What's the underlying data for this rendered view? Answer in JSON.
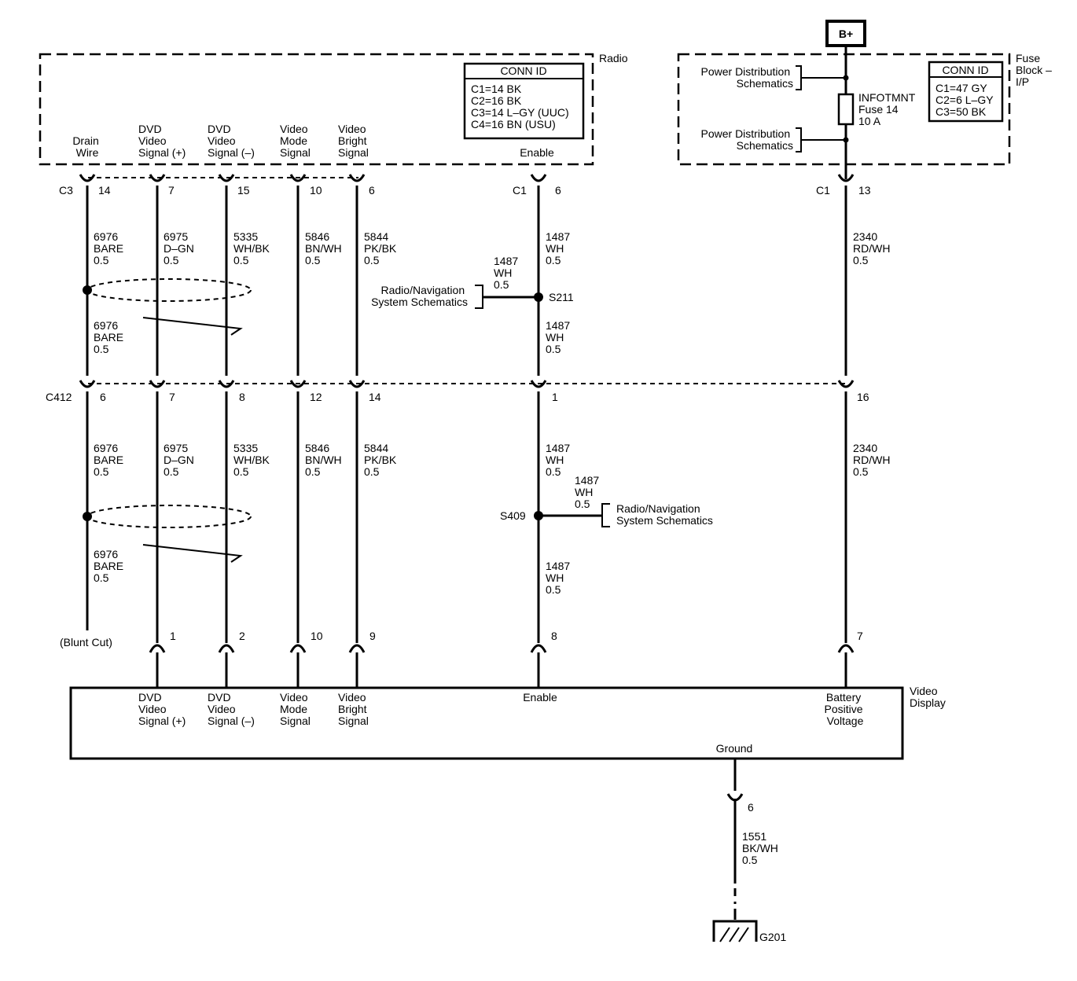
{
  "components": {
    "radio": "Radio",
    "fuse_block": [
      "Fuse",
      "Block –",
      "I/P"
    ],
    "video_display": [
      "Video",
      "Display"
    ],
    "battery": "B+",
    "ground_ref": "G201"
  },
  "conn_id_radio": {
    "title": "CONN ID",
    "rows": [
      "C1=14 BK",
      "C2=16 BK",
      "C3=14 L–GY (UUC)",
      "C4=16 BN (USU)"
    ]
  },
  "conn_id_fuse": {
    "title": "CONN ID",
    "rows": [
      "C1=47 GY",
      "C2=6 L–GY",
      "C3=50 BK"
    ]
  },
  "fuse": {
    "lines": [
      "INFOTMNT",
      "Fuse 14",
      "10 A"
    ]
  },
  "power_distribution": {
    "top": [
      "Power Distribution",
      "Schematics"
    ],
    "bottom": [
      "Power Distribution",
      "Schematics"
    ]
  },
  "radio_pins": {
    "drain": [
      "Drain",
      "Wire"
    ],
    "dvd_pos": [
      "DVD",
      "Video",
      "Signal (+)"
    ],
    "dvd_neg": [
      "DVD",
      "Video",
      "Signal (–)"
    ],
    "video_mode": [
      "Video",
      "Mode",
      "Signal"
    ],
    "video_bright": [
      "Video",
      "Bright",
      "Signal"
    ],
    "enable": "Enable"
  },
  "display_pins": {
    "dvd_pos": [
      "DVD",
      "Video",
      "Signal (+)"
    ],
    "dvd_neg": [
      "DVD",
      "Video",
      "Signal (–)"
    ],
    "video_mode": [
      "Video",
      "Mode",
      "Signal"
    ],
    "video_bright": [
      "Video",
      "Bright",
      "Signal"
    ],
    "enable": "Enable",
    "battery": [
      "Battery",
      "Positive",
      "Voltage"
    ],
    "ground": "Ground"
  },
  "connectors": {
    "c3": "C3",
    "c1_enable": "C1",
    "c1_battery": "C1",
    "c412": "C412",
    "c3_pins": [
      "14",
      "7",
      "15",
      "10",
      "6"
    ],
    "c1_enable_pin": "6",
    "c1_battery_pin": "13",
    "c412_pins": [
      "6",
      "7",
      "8",
      "12",
      "14",
      "1",
      "16"
    ],
    "display_pins": [
      "1",
      "2",
      "10",
      "9",
      "8",
      "7"
    ],
    "ground_pin": "6"
  },
  "splices": {
    "s211": "S211",
    "s409": "S409"
  },
  "radio_nav": {
    "upper": [
      "Radio/Navigation",
      "System Schematics"
    ],
    "lower": [
      "Radio/Navigation",
      "System Schematics"
    ]
  },
  "wires": {
    "drain_1": [
      "6976",
      "BARE",
      "0.5"
    ],
    "drain_2": [
      "6976",
      "BARE",
      "0.5"
    ],
    "drain_3": [
      "6976",
      "BARE",
      "0.5"
    ],
    "drain_4": [
      "6976",
      "BARE",
      "0.5"
    ],
    "dvd_pos_1": [
      "6975",
      "D–GN",
      "0.5"
    ],
    "dvd_pos_2": [
      "6975",
      "D–GN",
      "0.5"
    ],
    "dvd_neg_1": [
      "5335",
      "WH/BK",
      "0.5"
    ],
    "dvd_neg_2": [
      "5335",
      "WH/BK",
      "0.5"
    ],
    "mode_1": [
      "5846",
      "BN/WH",
      "0.5"
    ],
    "mode_2": [
      "5846",
      "BN/WH",
      "0.5"
    ],
    "bright_1": [
      "5844",
      "PK/BK",
      "0.5"
    ],
    "bright_2": [
      "5844",
      "PK/BK",
      "0.5"
    ],
    "enable_1": [
      "1487",
      "WH",
      "0.5"
    ],
    "enable_branch_1": [
      "1487",
      "WH",
      "0.5"
    ],
    "enable_2": [
      "1487",
      "WH",
      "0.5"
    ],
    "enable_3": [
      "1487",
      "WH",
      "0.5"
    ],
    "enable_branch_2": [
      "1487",
      "WH",
      "0.5"
    ],
    "enable_4": [
      "1487",
      "WH",
      "0.5"
    ],
    "battery_1": [
      "2340",
      "RD/WH",
      "0.5"
    ],
    "battery_2": [
      "2340",
      "RD/WH",
      "0.5"
    ],
    "ground": [
      "1551",
      "BK/WH",
      "0.5"
    ]
  },
  "blunt_cut": "(Blunt Cut)"
}
